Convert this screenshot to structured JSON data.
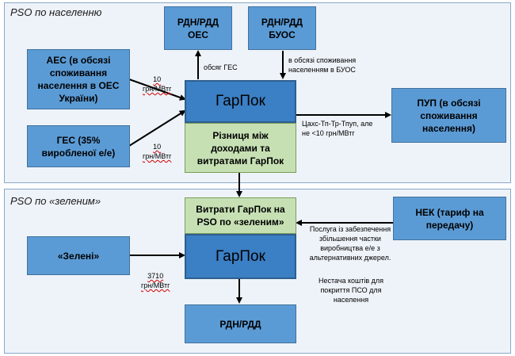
{
  "panels": {
    "top_title": "PSO по населенню",
    "bottom_title": "PSO по «зеленим»"
  },
  "boxes": {
    "rdn_oes": "РДН/РДД ОЕС",
    "rdn_buos": "РДН/РДД БУОС",
    "aes": "АЕС (в обсязі споживання населення в ОЕС України)",
    "ges": "ГЕС (35% виробленої е/е)",
    "garpok_top": "ГарПок",
    "garpok_diff": "Різниця між доходами та витратами ГарПок",
    "pup": "ПУП (в обсязі споживання населення)",
    "garpok_costs": "Витрати ГарПок на PSO по «зеленим»",
    "garpok_bottom": "ГарПок",
    "nek": "НЕК (тариф на передачу)",
    "zeleni": "«Зелені»",
    "rdn_bottom": "РДН/РДД"
  },
  "labels": {
    "aes_price": "10\nгрн/МВтг",
    "ges_price": "10\nгрн/МВтг",
    "ges_volume": "обсяг ГЕС",
    "buos_volume": "в обсязі споживання\nнаселенням в БУОС",
    "pup_formula": "Цахс-Тп-Тр-Тпуп, але\nне <10 грн/МВтг",
    "zeleni_price": "3710\nгрн/МВтг",
    "nek_service": "Послуга із забезпечення\nзбільшення частки\nвиробництва е/е з\nальтернативних джерел.",
    "shortage": "Нестача коштів для\nпокриття ПСО для\nнаселення"
  },
  "colors": {
    "box_blue": "#5b9bd5",
    "garpok_blue": "#3b7fc4",
    "green": "#c6e0b4",
    "panel_bg": "#eef3f9"
  }
}
